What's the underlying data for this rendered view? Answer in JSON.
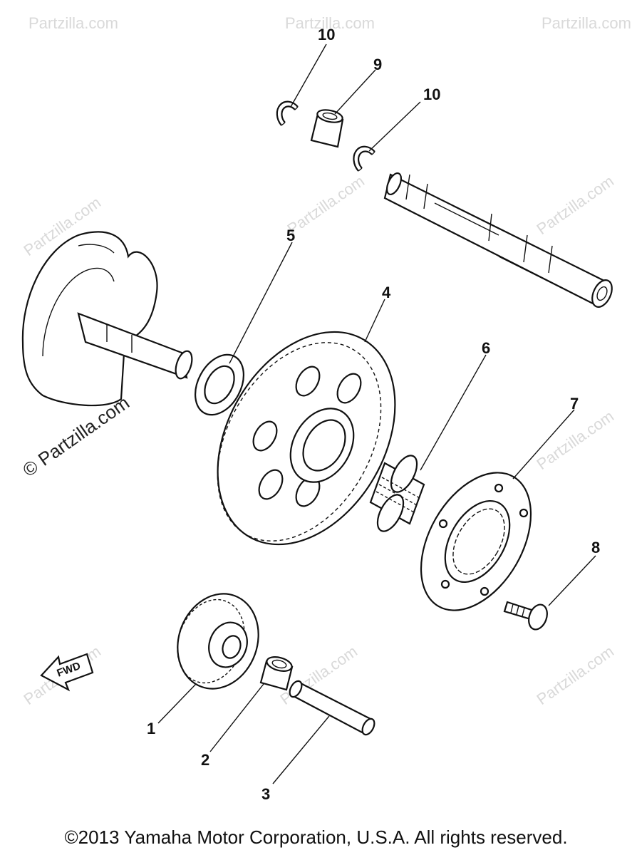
{
  "callouts": [
    {
      "id": "1",
      "label": "1"
    },
    {
      "id": "2",
      "label": "2"
    },
    {
      "id": "3",
      "label": "3"
    },
    {
      "id": "4",
      "label": "4"
    },
    {
      "id": "5",
      "label": "5"
    },
    {
      "id": "6",
      "label": "6"
    },
    {
      "id": "7",
      "label": "7"
    },
    {
      "id": "8",
      "label": "8"
    },
    {
      "id": "9",
      "label": "9"
    },
    {
      "id": "10a",
      "label": "10"
    },
    {
      "id": "10b",
      "label": "10"
    }
  ],
  "fwd_label": "FWD",
  "watermark": {
    "text": "© Partzilla.com",
    "faint_text": "Partzilla.com"
  },
  "footer": "©2013 Yamaha Motor Corporation, U.S.A. All rights reserved."
}
